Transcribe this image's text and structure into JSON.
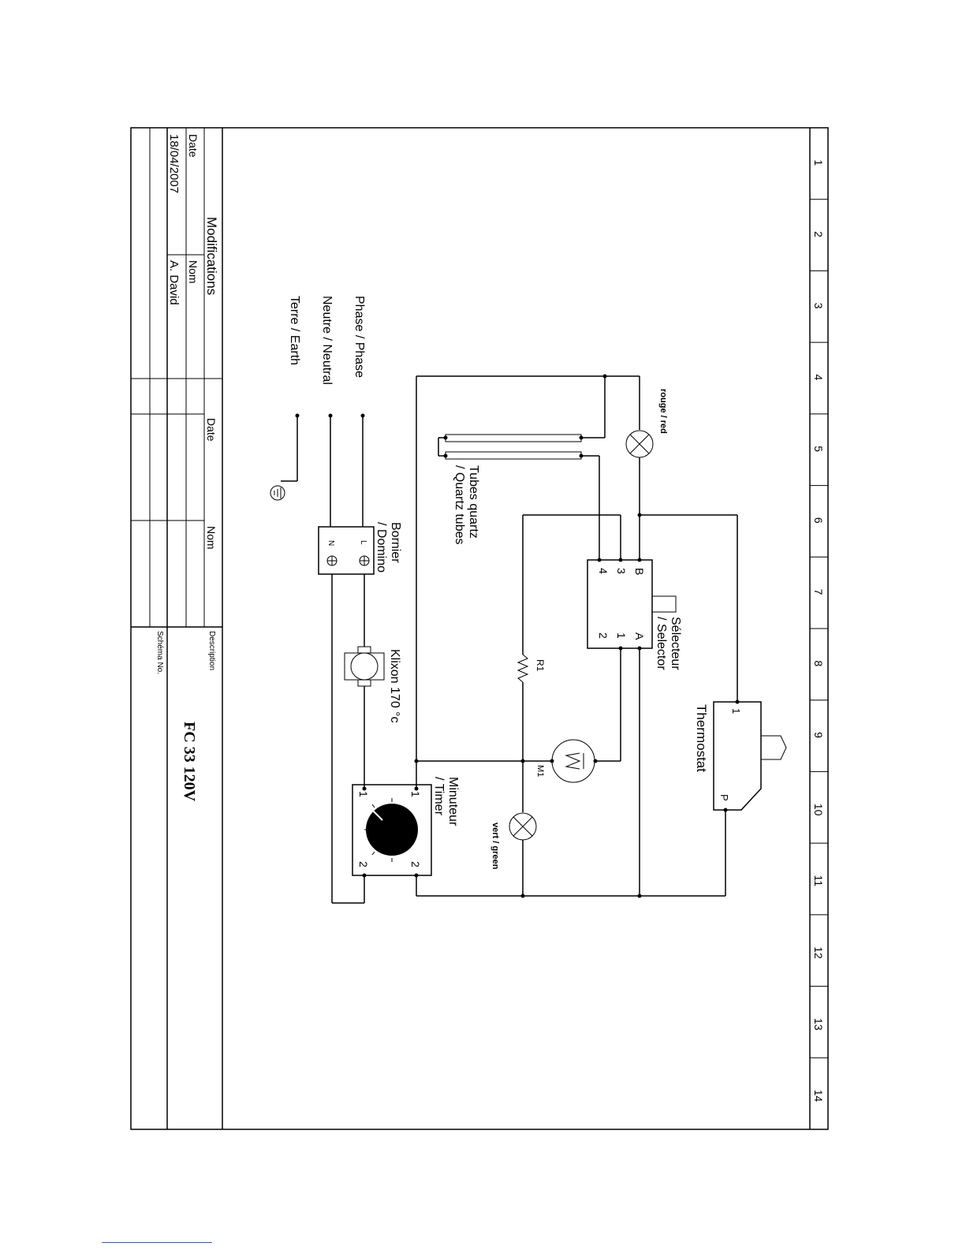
{
  "border": {
    "zone_numbers": [
      "1",
      "2",
      "3",
      "4",
      "5",
      "6",
      "7",
      "8",
      "9",
      "10",
      "11",
      "12",
      "13",
      "14"
    ]
  },
  "title_block": {
    "modifications_title": "Modifications",
    "date_header": "Date",
    "nom_header": "Nom",
    "date_value": "18/04/2007",
    "nom_value": "A. David",
    "date_header_2": "Date",
    "nom_header_2": "Nom",
    "description_label": "Description",
    "schema_label": "Schéma No.",
    "description_value": "FC  33  120V"
  },
  "supply": {
    "phase": "Phase / Phase",
    "neutral": "Neutre / Neutral",
    "earth": "Terre / Earth"
  },
  "components": {
    "lamp_red": "rouge / red",
    "quartz_tubes_line1": "Tubes quartz",
    "quartz_tubes_line2": "/ Quartz tubes",
    "terminal_block_line1": "Bornier",
    "terminal_block_line2": "/ Domino",
    "terminal_L": "L",
    "terminal_N": "N",
    "selector_line1": "Sélecteur",
    "selector_line2": "/ Selector",
    "selector_pins": {
      "B": "B",
      "p3": "3",
      "p4": "4",
      "A": "A",
      "p1": "1",
      "p2": "2"
    },
    "thermostat": "Thermostat",
    "thermostat_pin1": "1",
    "thermostat_pinP": "P",
    "resistor": "R1",
    "klixon": "Klixon 170 °c",
    "motor": "M1",
    "lamp_green": "vert / green",
    "timer_line1": "Minuteur",
    "timer_line2": "/ Timer",
    "timer_pins": {
      "t1a": "1",
      "t1b": "1",
      "t2a": "2",
      "t2b": "2"
    }
  },
  "colors": {
    "ink": "#000000",
    "link": "#3355cc"
  }
}
